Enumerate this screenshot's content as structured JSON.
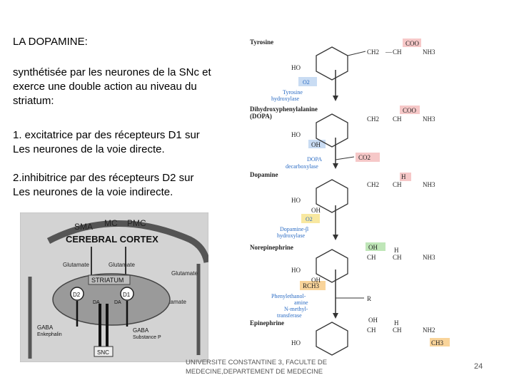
{
  "slide": {
    "title": "LA DOPAMINE:",
    "paragraph1": "synthétisée par les neurones de la SNc et\n exerce une double action au niveau du\nstriatum:",
    "paragraph2": "1.   excitatrice par des récepteurs D1 sur\nLes neurones de la voie directe.",
    "paragraph3": "2.inhibitrice par des récepteurs D2 sur\nLes neurones de la voie indirecte.",
    "footer": "UNIVERSITE CONSTANTINE 3, FACULTE DE MEDECINE,DEPARTEMENT DE MEDECINE",
    "page_number": "24"
  },
  "brain_diagram": {
    "cortex_regions": [
      "SMA",
      "MC",
      "PMC"
    ],
    "cortex_label": "CEREBRAL CORTEX",
    "glutamate": "Glutamate",
    "striatum": "STRIATUM",
    "d2": "D2",
    "d1": "D1",
    "da": "DA",
    "gaba_left": "GABA",
    "enkephalin": "Enkephalin",
    "gaba_right": "GABA",
    "substance_p": "Substance P",
    "snc": "SNC"
  },
  "pathway": {
    "tyrosine": "Tyrosine",
    "o2": "O2",
    "tyrosine_hydroxylase_1": "Tyrosine",
    "tyrosine_hydroxylase_2": "hydroxylase",
    "dopa_1": "Dihydroxyphenylalanine",
    "dopa_2": "(DOPA)",
    "dopa_decarboxylase_1": "DOPA",
    "dopa_decarboxylase_2": "decarboxylase",
    "co2": "CO2",
    "dopamine": "Dopamine",
    "o2_b": "O2",
    "dbh_1": "Dopamine-β",
    "dbh_2": "hydroxylase",
    "norepinephrine": "Norepinephrine",
    "rch3": "RCH3",
    "pnmt_1": "Phenylethanol-",
    "pnmt_2": "amine",
    "pnmt_3": "N-methyl-",
    "pnmt_4": "transferase",
    "r": "R",
    "epinephrine": "Epinephrine",
    "oh": "OH",
    "ho": "HO",
    "coo": "COO",
    "nh3": "NH3",
    "nh2": "NH2",
    "ch2": "CH2",
    "ch": "CH",
    "h": "H",
    "ch3": "CH3",
    "plus": "+",
    "minus": "−"
  },
  "colors": {
    "text": "#000000",
    "footer": "#555555",
    "enzyme_blue": "#2b6cc4",
    "highlight_red": "#f6c8c8",
    "highlight_blue": "#c9dcf3",
    "highlight_yellow": "#f8e8a0",
    "highlight_green": "#bfe6b8",
    "highlight_orange": "#f9d49a"
  }
}
